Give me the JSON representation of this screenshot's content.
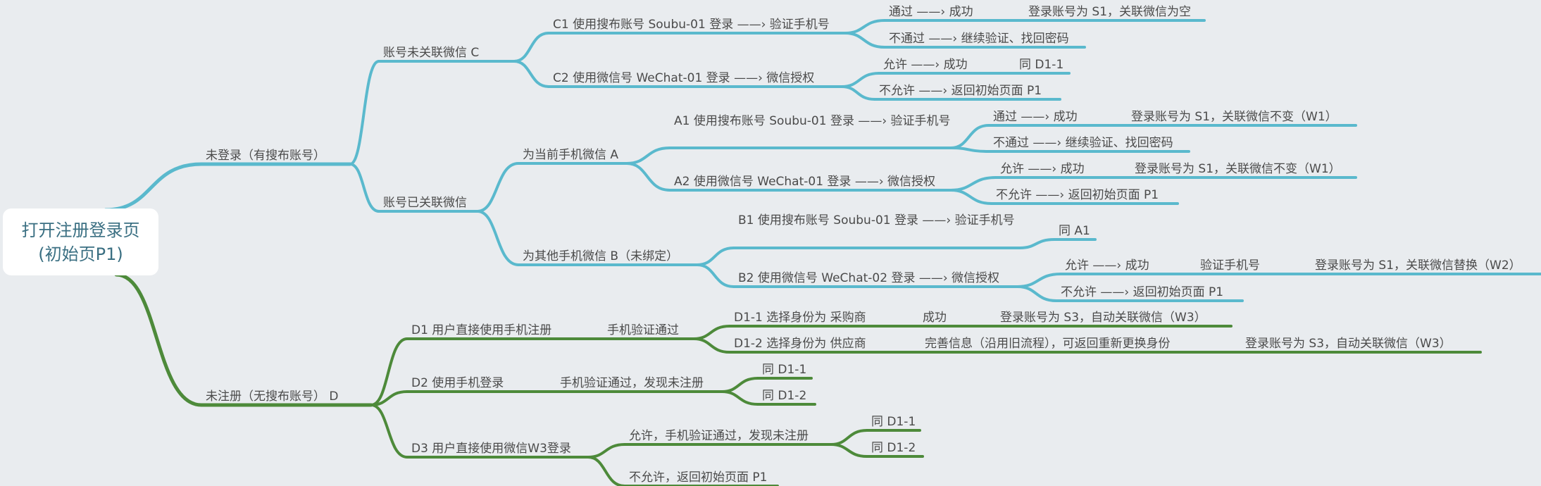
{
  "root": {
    "line1": "打开注册登录页",
    "line2": "(初始页P1)"
  },
  "colors": {
    "blue": "#5ab9cd",
    "green": "#4d8a3a",
    "background": "#e9ecef",
    "text": "#4a4a4a",
    "root_text": "#3a6f82"
  },
  "nodes": {
    "n_login": "未登录（有搜布账号）",
    "n_unlinked": "账号未关联微信 C",
    "n_c1": "C1 使用搜布账号 Soubu-01 登录 ——› 验证手机号",
    "n_c1_pass": "通过   ——› 成功",
    "n_c1_pass_r": "登录账号为 S1，关联微信为空",
    "n_c1_fail": "不通过   ——› 继续验证、找回密码",
    "n_c2": "C2 使用微信号 WeChat-01 登录 ——› 微信授权",
    "n_c2_allow": "允许 ——› 成功",
    "n_c2_allow_r": "同 D1-1",
    "n_c2_deny": "不允许    ——› 返回初始页面 P1",
    "n_linked": "账号已关联微信",
    "n_a": "为当前手机微信 A",
    "n_a1": "A1 使用搜布账号 Soubu-01 登录 ——› 验证手机号",
    "n_a1_pass": "通过   ——› 成功",
    "n_a1_pass_r": "登录账号为 S1，关联微信不变（W1）",
    "n_a1_fail": "不通过   ——› 继续验证、找回密码",
    "n_a2": "A2 使用微信号 WeChat-01 登录 ——› 微信授权",
    "n_a2_allow": "允许   ——› 成功",
    "n_a2_allow_r": "登录账号为 S1，关联微信不变（W1）",
    "n_a2_deny": "不允许    ——› 返回初始页面 P1",
    "n_b": "为其他手机微信 B（未绑定）",
    "n_b1": "B1 使用搜布账号 Soubu-01 登录 ——› 验证手机号",
    "n_b1_same": "同 A1",
    "n_b2": "B2 使用微信号 WeChat-02 登录 ——› 微信授权",
    "n_b2_allow": "允许 ——› 成功",
    "n_b2_allow_m": "验证手机号",
    "n_b2_allow_r": "登录账号为 S1，关联微信替换（W2）",
    "n_b2_deny": "不允许    ——› 返回初始页面 P1",
    "n_reg": "未注册（无搜布账号）  D",
    "n_d1": "D1 用户直接使用手机注册",
    "n_d1_v": "手机验证通过",
    "n_d11": "D1-1 选择身份为 采购商",
    "n_d11_ok": "成功",
    "n_d11_r": "登录账号为 S3，自动关联微信（W3）",
    "n_d12": "D1-2 选择身份为 供应商",
    "n_d12_info": "完善信息（沿用旧流程），可返回重新更换身份",
    "n_d12_r": "登录账号为 S3，自动关联微信（W3）",
    "n_d2": "D2 使用手机登录",
    "n_d2_v": "手机验证通过，发现未注册",
    "n_d2_a": "同 D1-1",
    "n_d2_b": "同 D1-2",
    "n_d3": "D3 用户直接使用微信W3登录",
    "n_d3_allow": "允许，手机验证通过，发现未注册",
    "n_d3_a": "同 D1-1",
    "n_d3_b": "同 D1-2",
    "n_d3_deny": "不允许，返回初始页面 P1"
  }
}
